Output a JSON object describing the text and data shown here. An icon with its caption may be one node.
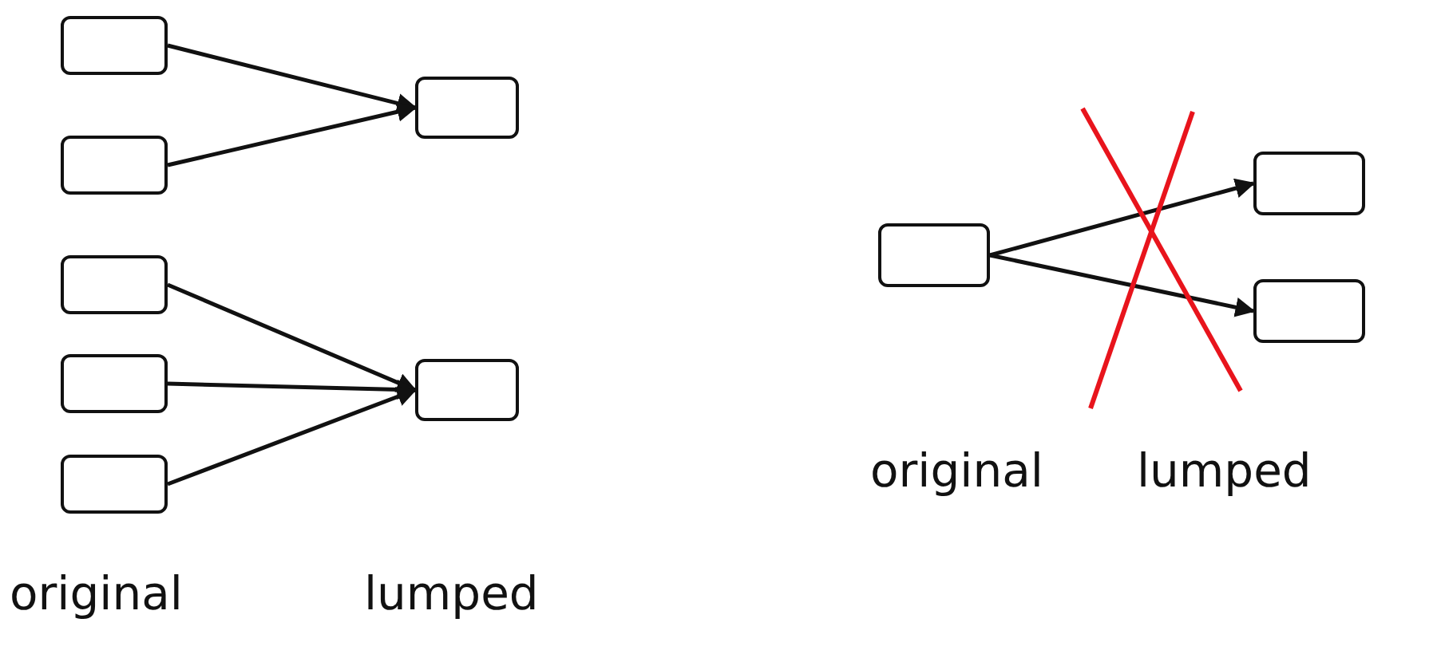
{
  "diagram": {
    "nodes": [
      {
        "text": [],
        "shape": "box"
      },
      {
        "text": [],
        "shape": "box"
      },
      {
        "text": [],
        "shape": "box"
      },
      {
        "text": [],
        "shape": "box"
      },
      {
        "text": [],
        "shape": "box"
      },
      {
        "text": [],
        "shape": "box"
      },
      {
        "text": [],
        "shape": "box"
      },
      {
        "text": [],
        "shape": "box"
      },
      {
        "text": [],
        "shape": "box"
      },
      {
        "text": [],
        "shape": "box"
      }
    ],
    "edges": [
      {
        "from": 0,
        "to": 2,
        "arrow": "to"
      },
      {
        "from": 1,
        "to": 2,
        "arrow": "to"
      },
      {
        "from": 3,
        "to": 6,
        "arrow": "to"
      },
      {
        "from": 4,
        "to": 6,
        "arrow": "to"
      },
      {
        "from": 5,
        "to": 6,
        "arrow": "to"
      },
      {
        "from": 7,
        "to": 8,
        "arrow": "to"
      },
      {
        "from": 7,
        "to": 9,
        "arrow": "to"
      }
    ],
    "labels": [
      "original",
      "lumped",
      "original",
      "lumped"
    ]
  }
}
